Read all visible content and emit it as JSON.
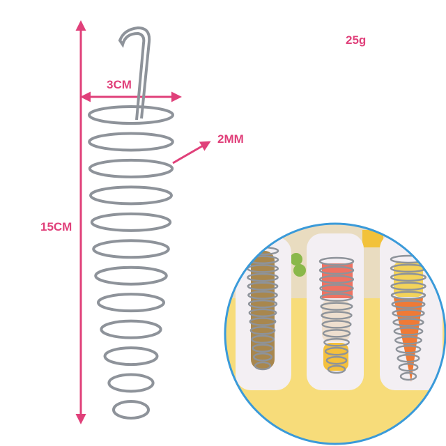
{
  "labels": {
    "width": "3CM",
    "wire": "2MM",
    "height": "15CM",
    "weight": "25g"
  },
  "colors": {
    "accent": "#e0407a",
    "steel": "#8e939a",
    "circle_border": "#3a9ad9",
    "background_yellow": "#f7dc7a"
  }
}
